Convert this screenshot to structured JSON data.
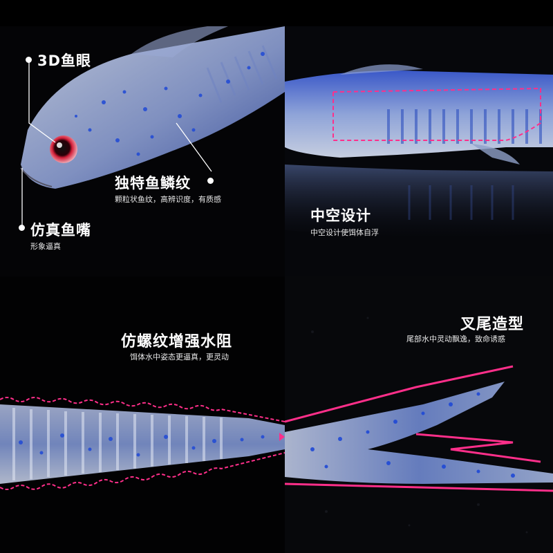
{
  "panels": {
    "eye": {
      "title": "3D鱼眼"
    },
    "scale": {
      "title": "独特鱼鳞纹",
      "subtitle": "颗粒状鱼纹，高辨识度，有质感"
    },
    "mouth": {
      "title": "仿真鱼嘴",
      "subtitle": "形象逼真"
    },
    "hollow": {
      "title": "中空设计",
      "subtitle": "中空设计使饵体自浮"
    },
    "thread": {
      "title": "仿螺纹增强水阻",
      "subtitle": "饵体水中姿态更逼真，更灵动"
    },
    "tail": {
      "title": "叉尾造型",
      "subtitle": "尾部水中灵动飘逸，致命诱惑"
    }
  },
  "colors": {
    "accent": "#ff2f8a",
    "lure_body": "#8fa6d6",
    "lure_dark": "#2b4bb0",
    "background": "#000000"
  }
}
